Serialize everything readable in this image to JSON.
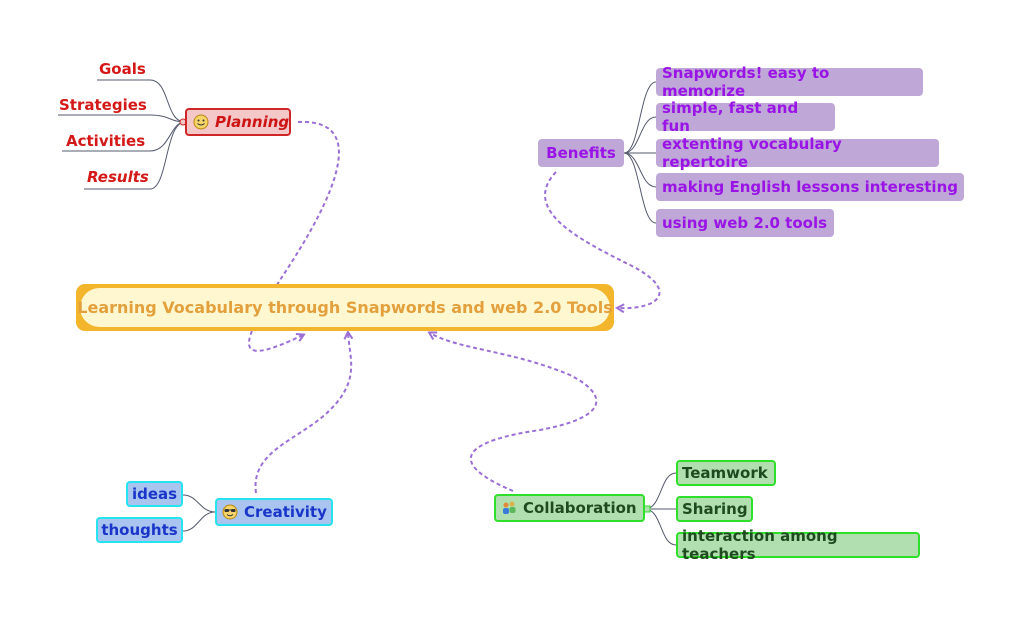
{
  "central": {
    "label": "Learning Vocabulary through Snapwords and web 2.0 Tools"
  },
  "planning": {
    "label": "Planning",
    "icon": "smiley-face-icon",
    "items": [
      "Goals",
      "Strategies",
      "Activities",
      "Results"
    ]
  },
  "benefits": {
    "label": "Benefits",
    "items": [
      "Snapwords! easy to memorize",
      "simple, fast and fun",
      "extenting vocabulary repertoire",
      "making English lessons interesting",
      "using web 2.0 tools"
    ]
  },
  "creativity": {
    "label": "Creativity",
    "icon": "sunglasses-face-icon",
    "items": [
      "ideas",
      "thoughts"
    ]
  },
  "collaboration": {
    "label": "Collaboration",
    "icon": "people-group-icon",
    "items": [
      "Teamwork",
      "Sharing",
      "interaction among teachers"
    ]
  },
  "colors": {
    "central_fill": "#fff7cf",
    "central_border": "#f3b52c",
    "planning": "#cf2727",
    "benefits": "#9a14e6",
    "creativity": "#27e3ef",
    "collaboration": "#2ee02a",
    "relationship_line": "#9b6fd6"
  }
}
